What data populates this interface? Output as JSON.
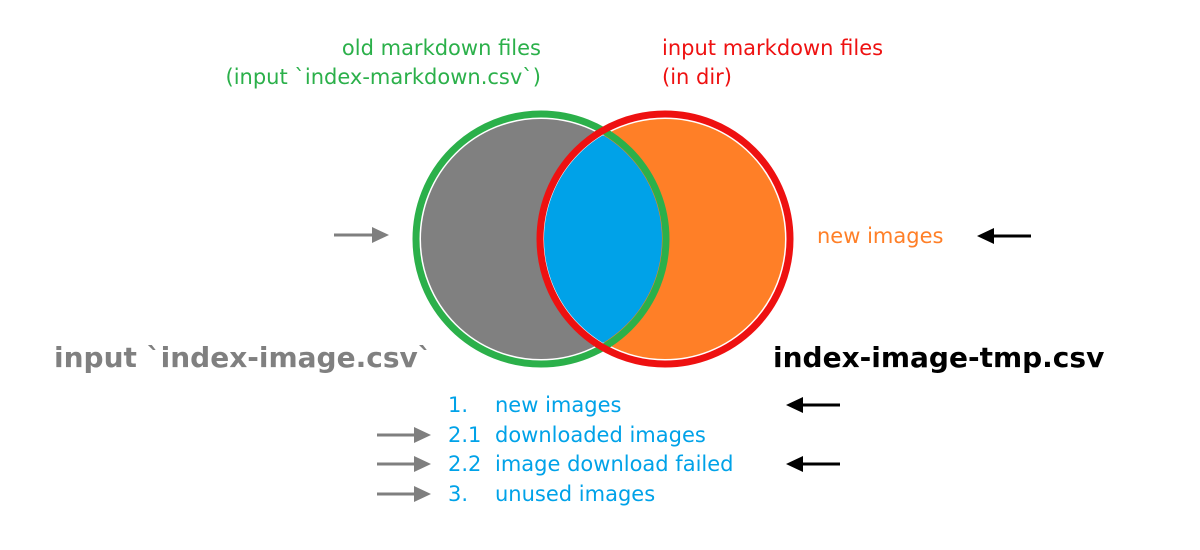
{
  "labels": {
    "old_title": "old markdown files",
    "old_subtitle": "(input `index-markdown.csv`)",
    "input_title": "input markdown files",
    "input_subtitle": "(in dir)",
    "new_images": "new images",
    "left_file": "input `index-image.csv`",
    "right_file": "index-image-tmp.csv"
  },
  "steps": [
    {
      "num": "1.",
      "text": "new images"
    },
    {
      "num": "2.1",
      "text": "downloaded images"
    },
    {
      "num": "2.2",
      "text": "image download failed"
    },
    {
      "num": "3.",
      "text": "unused images"
    }
  ],
  "colors": {
    "green": "#2bb04a",
    "red": "#ee1111",
    "gray": "#808080",
    "orange": "#ff7f27",
    "blue": "#00a2e8",
    "black": "#000000",
    "arrow_gray": "#7f7f7f"
  },
  "icons": {
    "arrow_right": "arrow-right-icon",
    "arrow_left": "arrow-left-icon"
  }
}
